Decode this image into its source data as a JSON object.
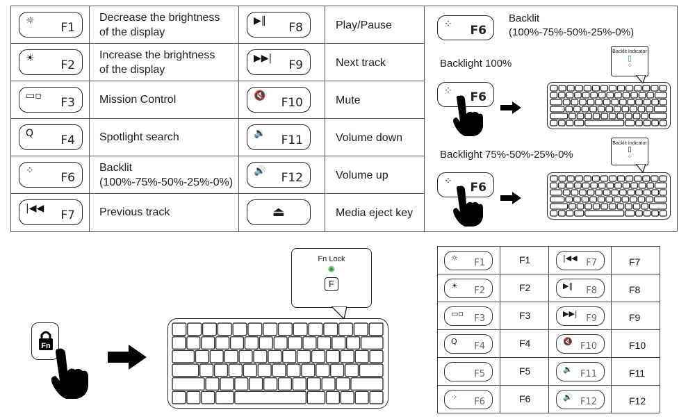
{
  "main_table": {
    "rows": [
      {
        "left_key": {
          "icon": "brightness-down-icon",
          "glyph": "☼",
          "label": "F1"
        },
        "left_desc": [
          "Decrease the brightness",
          "of the display"
        ],
        "right_key": {
          "icon": "play-pause-icon",
          "glyph": "▶‖",
          "label": "F8"
        },
        "right_desc": "Play/Pause"
      },
      {
        "left_key": {
          "icon": "brightness-up-icon",
          "glyph": "☀",
          "label": "F2"
        },
        "left_desc": [
          "Increase the brightness",
          "of the display"
        ],
        "right_key": {
          "icon": "next-track-icon",
          "glyph": "▶▶|",
          "label": "F9"
        },
        "right_desc": "Next track"
      },
      {
        "left_key": {
          "icon": "mission-control-icon",
          "glyph": "▭▫",
          "label": "F3"
        },
        "left_desc": [
          "Mission Control"
        ],
        "right_key": {
          "icon": "mute-icon",
          "glyph": "🔇",
          "label": "F10"
        },
        "right_desc": "Mute"
      },
      {
        "left_key": {
          "icon": "spotlight-search-icon",
          "glyph": "Q",
          "label": "F4"
        },
        "left_desc": [
          "Spotlight search"
        ],
        "right_key": {
          "icon": "volume-down-icon",
          "glyph": "🔉",
          "label": "F11"
        },
        "right_desc": "Volume down"
      },
      {
        "left_key": {
          "icon": "backlight-icon",
          "glyph": "⁘",
          "label": "F6"
        },
        "left_desc": [
          "Backlit",
          "(100%-75%-50%-25%-0%)"
        ],
        "right_key": {
          "icon": "volume-up-icon",
          "glyph": "🔊",
          "label": "F12"
        },
        "right_desc": "Volume up"
      },
      {
        "left_key": {
          "icon": "previous-track-icon",
          "glyph": "|◀◀",
          "label": "F7"
        },
        "left_desc": [
          "Previous track"
        ],
        "right_key": {
          "icon": "eject-icon",
          "glyph": "⏏",
          "label": ""
        },
        "right_desc": "Media eject key"
      }
    ]
  },
  "backlight_panel": {
    "key_label": "F6",
    "title": [
      "Backlit",
      "(100%-75%-50%-25%-0%)"
    ],
    "step1": "Backlight 100%",
    "step2": "Backlight 75%-50%-25%-0%",
    "indicator_label": "Backlit Indicator"
  },
  "fn_lock": {
    "bubble_title": "Fn Lock",
    "bubble_key": "F",
    "key_label": "Fn",
    "indicator_color": "#2e9e3a"
  },
  "small_table": {
    "rows": [
      {
        "lk": "F1",
        "lt": "F1",
        "lglyph": "☼",
        "lic": "brightness-down-icon",
        "rk": "F7",
        "rt": "F7",
        "rglyph": "|◀◀",
        "ric": "previous-track-icon"
      },
      {
        "lk": "F2",
        "lt": "F2",
        "lglyph": "☀",
        "lic": "brightness-up-icon",
        "rk": "F8",
        "rt": "F8",
        "rglyph": "▶‖",
        "ric": "play-pause-icon"
      },
      {
        "lk": "F3",
        "lt": "F3",
        "lglyph": "▭▫",
        "lic": "mission-control-icon",
        "rk": "F9",
        "rt": "F9",
        "rglyph": "▶▶|",
        "ric": "next-track-icon"
      },
      {
        "lk": "F4",
        "lt": "F4",
        "lglyph": "Q",
        "lic": "spotlight-search-icon",
        "rk": "F10",
        "rt": "F10",
        "rglyph": "🔇",
        "ric": "mute-icon"
      },
      {
        "lk": "F5",
        "lt": "F5",
        "lglyph": "",
        "lic": "",
        "rk": "F11",
        "rt": "F11",
        "rglyph": "🔉",
        "ric": "volume-down-icon"
      },
      {
        "lk": "F6",
        "lt": "F6",
        "lglyph": "⁘",
        "lic": "backlight-icon",
        "rk": "F12",
        "rt": "F12",
        "rglyph": "🔊",
        "ric": "volume-up-icon"
      }
    ]
  }
}
